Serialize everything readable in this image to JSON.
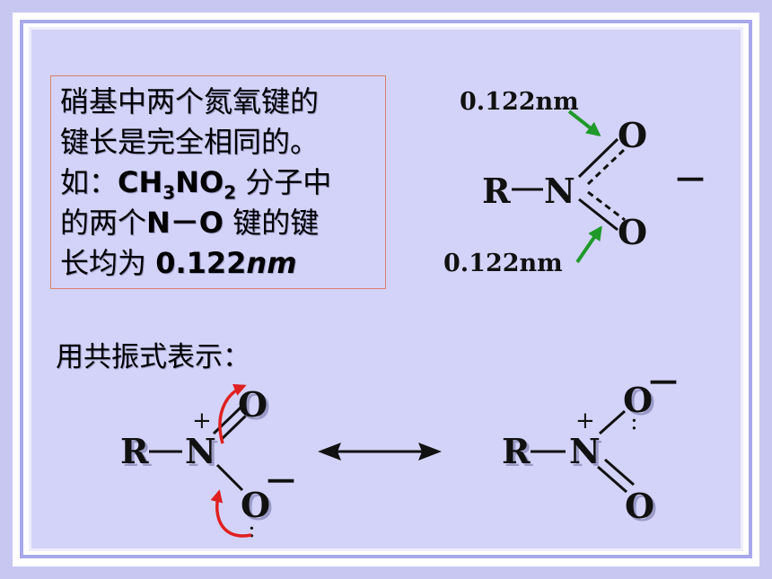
{
  "description": {
    "line1": "硝基中两个氮氧键的",
    "line2": "键长是完全相同的。",
    "line3_prefix": "如：",
    "line3_formula_ch": "CH",
    "line3_sub_3": "3",
    "line3_formula_no": "NO",
    "line3_sub_2": "2",
    "line3_suffix": " 分子中",
    "line4_prefix": "的两个",
    "line4_bond": "N－O",
    "line4_suffix": " 键的键",
    "line5_prefix": "长均为 ",
    "line5_value": "0.122",
    "line5_unit": "nm"
  },
  "top_structure": {
    "r": "R",
    "n": "N",
    "o_top": "O",
    "o_bottom": "O",
    "charge": "－",
    "bond_length_top": "0.122nm",
    "bond_length_bottom": "0.122nm"
  },
  "resonance_label": "用共振式表示：",
  "resonance_left": {
    "r": "R",
    "n": "N",
    "n_charge": "+",
    "o_top": "O",
    "o_bottom": "O",
    "o_bottom_charge": "－",
    "lone_pair": ":"
  },
  "resonance_right": {
    "r": "R",
    "n": "N",
    "n_charge": "+",
    "o_top": "O",
    "o_top_charge": "－",
    "o_bottom": "O",
    "lone_pair": ":"
  },
  "colors": {
    "background": "#d3d3f9",
    "frame": "#c7c7f2",
    "box_border": "#d9826a",
    "green_arrow": "#1f9a2a",
    "red_arrow": "#e02020"
  }
}
